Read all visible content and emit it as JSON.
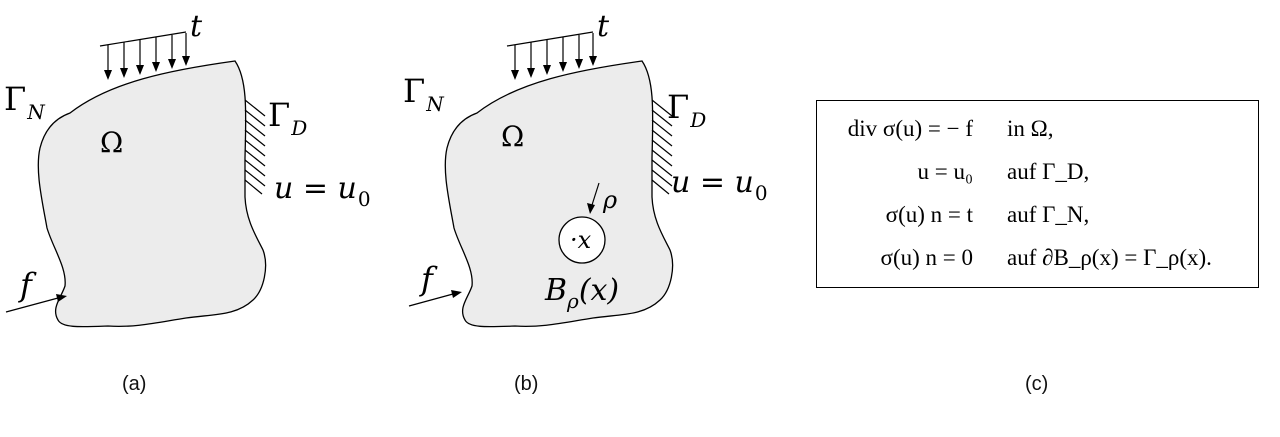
{
  "panel_a": {
    "traction_label": "t",
    "neumann_label": "Γ",
    "neumann_sub": "N",
    "dirichlet_label": "Γ",
    "dirichlet_sub": "D",
    "domain_label": "Ω",
    "bc_label": "u = u",
    "bc_sub": "0",
    "force_label": "f",
    "caption": "(a)"
  },
  "panel_b": {
    "traction_label": "t",
    "neumann_label": "Γ",
    "neumann_sub": "N",
    "dirichlet_label": "Γ",
    "dirichlet_sub": "D",
    "domain_label": "Ω",
    "bc_label": "u = u",
    "bc_sub": "0",
    "force_label": "f",
    "radius_label": "ρ",
    "point_label": "·x",
    "ball_label": "B",
    "ball_sub": "ρ",
    "ball_arg": "(x)",
    "caption": "(b)"
  },
  "panel_c": {
    "equations": [
      {
        "lhs": "div σ(u) = − f",
        "rhs": "in Ω,"
      },
      {
        "lhs": "u = u₀",
        "rhs": "auf Γ_D,"
      },
      {
        "lhs": "σ(u) n = t",
        "rhs": "auf Γ_N,"
      },
      {
        "lhs": "σ(u) n = 0",
        "rhs": "auf ∂B_ρ(x) = Γ_ρ(x)."
      }
    ],
    "caption": "(c)"
  }
}
